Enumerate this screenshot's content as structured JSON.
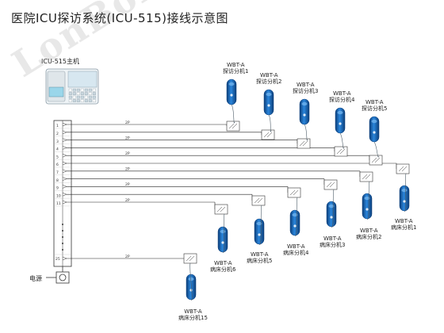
{
  "title": "医院ICU探访系统(ICU-515)接线示意图",
  "watermark": "LonBon",
  "host": {
    "label": "ICU-515主机"
  },
  "power": {
    "label": "电源"
  },
  "terminal": {
    "top_numbers": [
      "1",
      "2",
      "3",
      "4",
      "5",
      "6",
      "7",
      "8",
      "9",
      "10",
      "11"
    ],
    "bottom_number": "25"
  },
  "line_mark": "2P",
  "visit_units": [
    {
      "model": "WBT-A",
      "name": "探访分机1"
    },
    {
      "model": "WBT-A",
      "name": "探访分机2"
    },
    {
      "model": "WBT-A",
      "name": "探访分机3"
    },
    {
      "model": "WBT-A",
      "name": "探访分机4"
    },
    {
      "model": "WBT-A",
      "name": "探访分机5"
    }
  ],
  "bed_units": [
    {
      "model": "WBT-A",
      "name": "病床分机1"
    },
    {
      "model": "WBT-A",
      "name": "病床分机2"
    },
    {
      "model": "WBT-A",
      "name": "病床分机4"
    },
    {
      "model": "WBT-A",
      "name": "病床分机3"
    },
    {
      "model": "WBT-A",
      "name": "病床分机5"
    },
    {
      "model": "WBT-A",
      "name": "病床分机6"
    },
    {
      "model": "WBT-A",
      "name": "病床分机15"
    }
  ],
  "colors": {
    "line": "#222222",
    "phone": "#1d6fc0",
    "phone_dark": "#0d3f7a",
    "panel": "#d7e7f0"
  }
}
